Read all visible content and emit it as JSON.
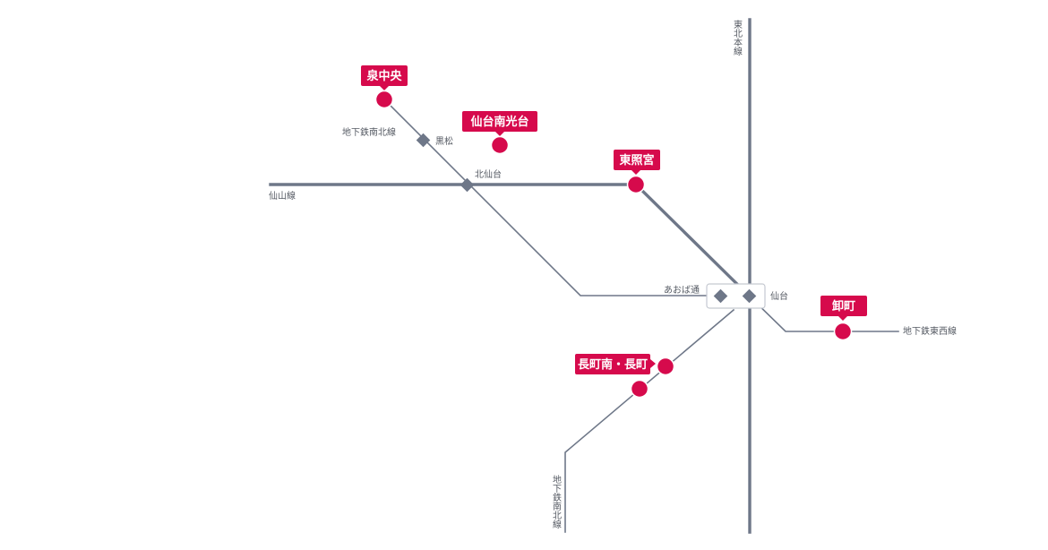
{
  "colors": {
    "line": "#6e7788",
    "station_marker": "#d60a4c",
    "label_text": "#555a63"
  },
  "lines": {
    "tohoku": "東北本線",
    "senzan": "仙山線",
    "namboku_top": "地下鉄南北線",
    "namboku_bottom": "地下鉄南北線",
    "tozai": "地下鉄東西線"
  },
  "junctions": {
    "kuromatsu": "黒松",
    "kitasendai": "北仙台",
    "aobadori": "あおば通",
    "sendai": "仙台"
  },
  "stations": {
    "izumichuo": "泉中央",
    "sendaiminamikodai": "仙台南光台",
    "toshogu": "東照宮",
    "oroshimachi": "卸町",
    "nagamachi": "長町南・長町"
  }
}
